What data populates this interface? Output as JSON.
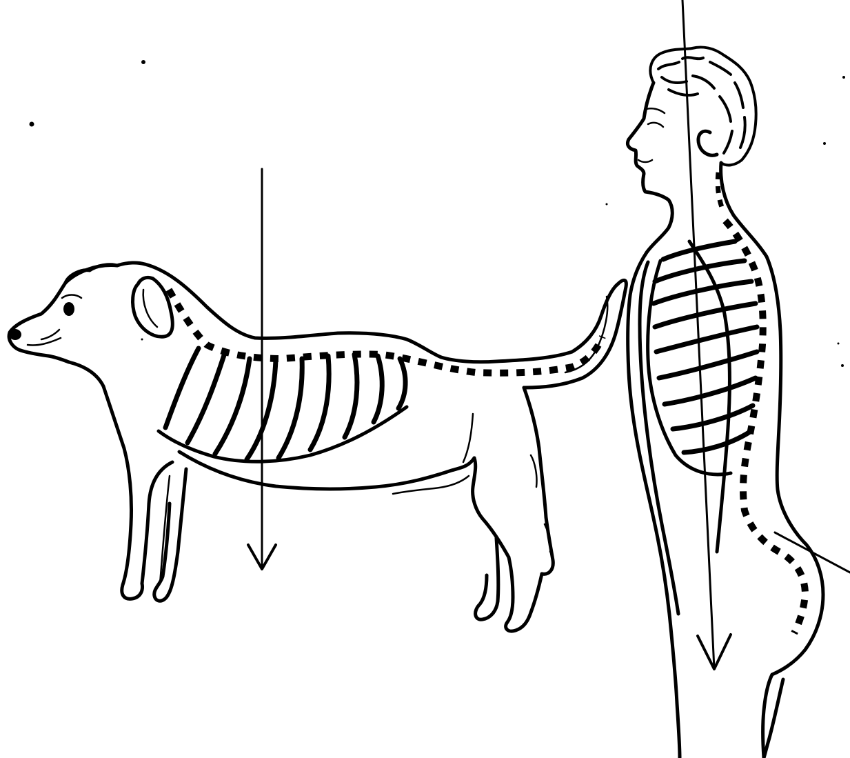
{
  "colors": {
    "ink": "#000000",
    "paper": "#ffffff"
  },
  "figures": [
    {
      "subject": "dog",
      "view": "side",
      "ribs": 9
    },
    {
      "subject": "human",
      "view": "side",
      "ribs": 9
    }
  ]
}
